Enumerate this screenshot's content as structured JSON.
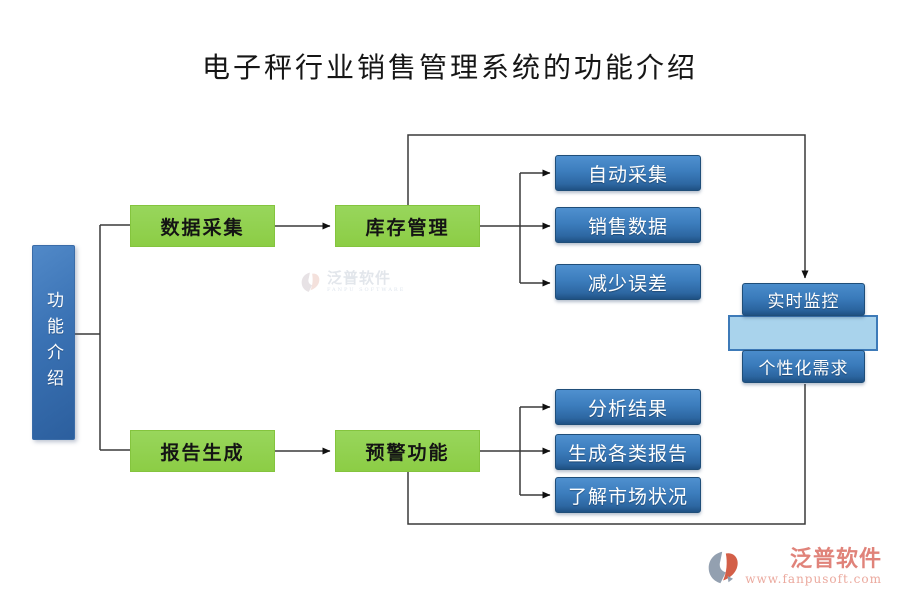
{
  "title": "电子秤行业销售管理系统的功能介绍",
  "root": {
    "label": "功能介绍"
  },
  "branch_top": {
    "level1": "数据采集",
    "level2": "库存管理",
    "leaves": [
      "自动采集",
      "销售数据",
      "减少误差"
    ]
  },
  "branch_bottom": {
    "level1": "报告生成",
    "level2": "预警功能",
    "leaves": [
      "分析结果",
      "生成各类报告",
      "了解市场状况"
    ]
  },
  "right_column": {
    "top": "实时监控",
    "bottom": "个性化需求"
  },
  "watermark": {
    "brand": "泛普软件",
    "brand_sub": "FANPU SOFTWARE"
  },
  "footer": {
    "brand": "泛普软件",
    "website": "www.fanpusoft.com"
  },
  "colors": {
    "green_node": "#8fd04f",
    "blue_node": "#2f6ca8",
    "light_blue_panel": "#a9d3ec",
    "connector": "#3a3a3a",
    "brand_red": "#e0837a"
  }
}
